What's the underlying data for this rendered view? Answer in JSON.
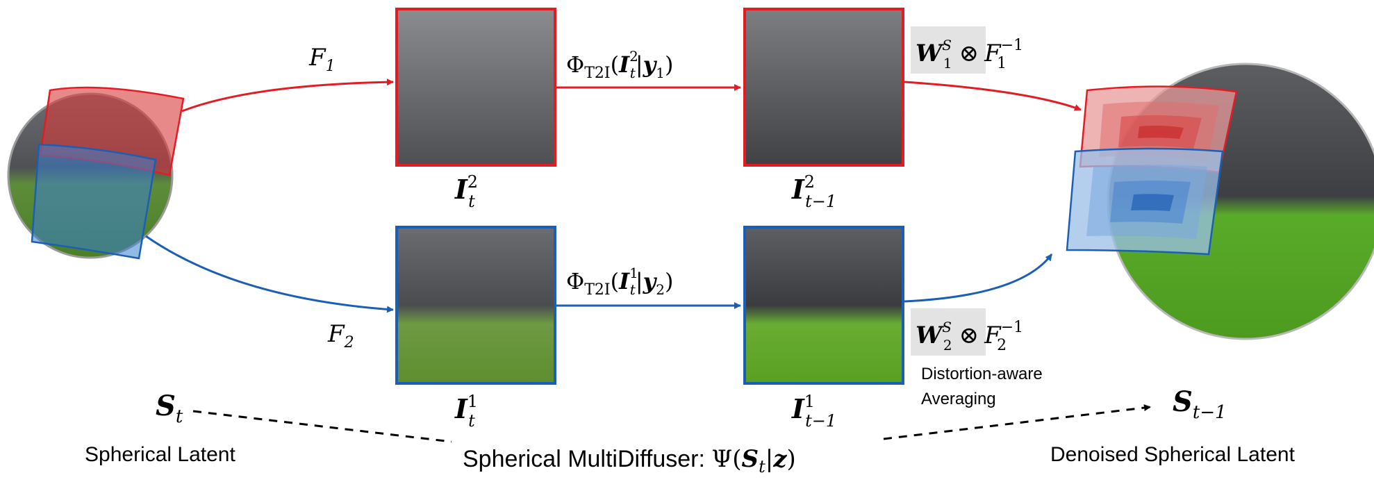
{
  "colors": {
    "red": "#e31b23",
    "blue": "#1a5fb4",
    "sky": "#55575c",
    "grass": "#4f9a2a",
    "highlight": "#e3e3e3"
  },
  "labels": {
    "F1": "F",
    "F1_sub": "1",
    "F2": "F",
    "F2_sub": "2",
    "phi_top": "Φ",
    "phi_top_sub": "T2I",
    "phi_top_arg_I": "I",
    "phi_top_arg_sup": "2",
    "phi_top_arg_t": "t",
    "phi_top_arg_rest": "|",
    "phi_top_y": "y",
    "phi_top_y_sub": "1",
    "phi_bot": "Φ",
    "phi_bot_sub": "T2I",
    "phi_bot_arg_I": "I",
    "phi_bot_arg_sup": "1",
    "phi_bot_arg_t": "t",
    "phi_bot_arg_rest": "|",
    "phi_bot_y": "y",
    "phi_bot_y_sub": "2",
    "I_t2_main": "I",
    "I_t2_sup": "2",
    "I_t2_sub": "t",
    "I_t1_main": "I",
    "I_t1_sup": "1",
    "I_t1_sub": "t",
    "I_tm1_2_main": "I",
    "I_tm1_2_sup": "2",
    "I_tm1_2_sub": "t−1",
    "I_tm1_1_main": "I",
    "I_tm1_1_sup": "1",
    "I_tm1_1_sub": "t−1",
    "W1_main": "W",
    "W1_sup": "S",
    "W1_sub": "1",
    "W1_op": "⊗",
    "W1_F": "F",
    "W1_Fsup": "−1",
    "W1_Fsub": "1",
    "W2_main": "W",
    "W2_sup": "S",
    "W2_sub": "2",
    "W2_op": "⊗",
    "W2_F": "F",
    "W2_Fsup": "−1",
    "W2_Fsub": "2",
    "St_main": "S",
    "St_sub": "t",
    "Stm1_main": "S",
    "Stm1_sub": "t−1",
    "distortion_line1": "Distortion-aware",
    "distortion_line2": "Averaging",
    "spherical_latent": "Spherical Latent",
    "denoised_latent": "Denoised Spherical Latent",
    "multidiffuser_text": "Spherical MultiDiffuser: ",
    "psi": "Ψ(",
    "psi_S": "S",
    "psi_t": "t",
    "psi_bar": "|",
    "psi_z": "z",
    "psi_close": ")"
  }
}
